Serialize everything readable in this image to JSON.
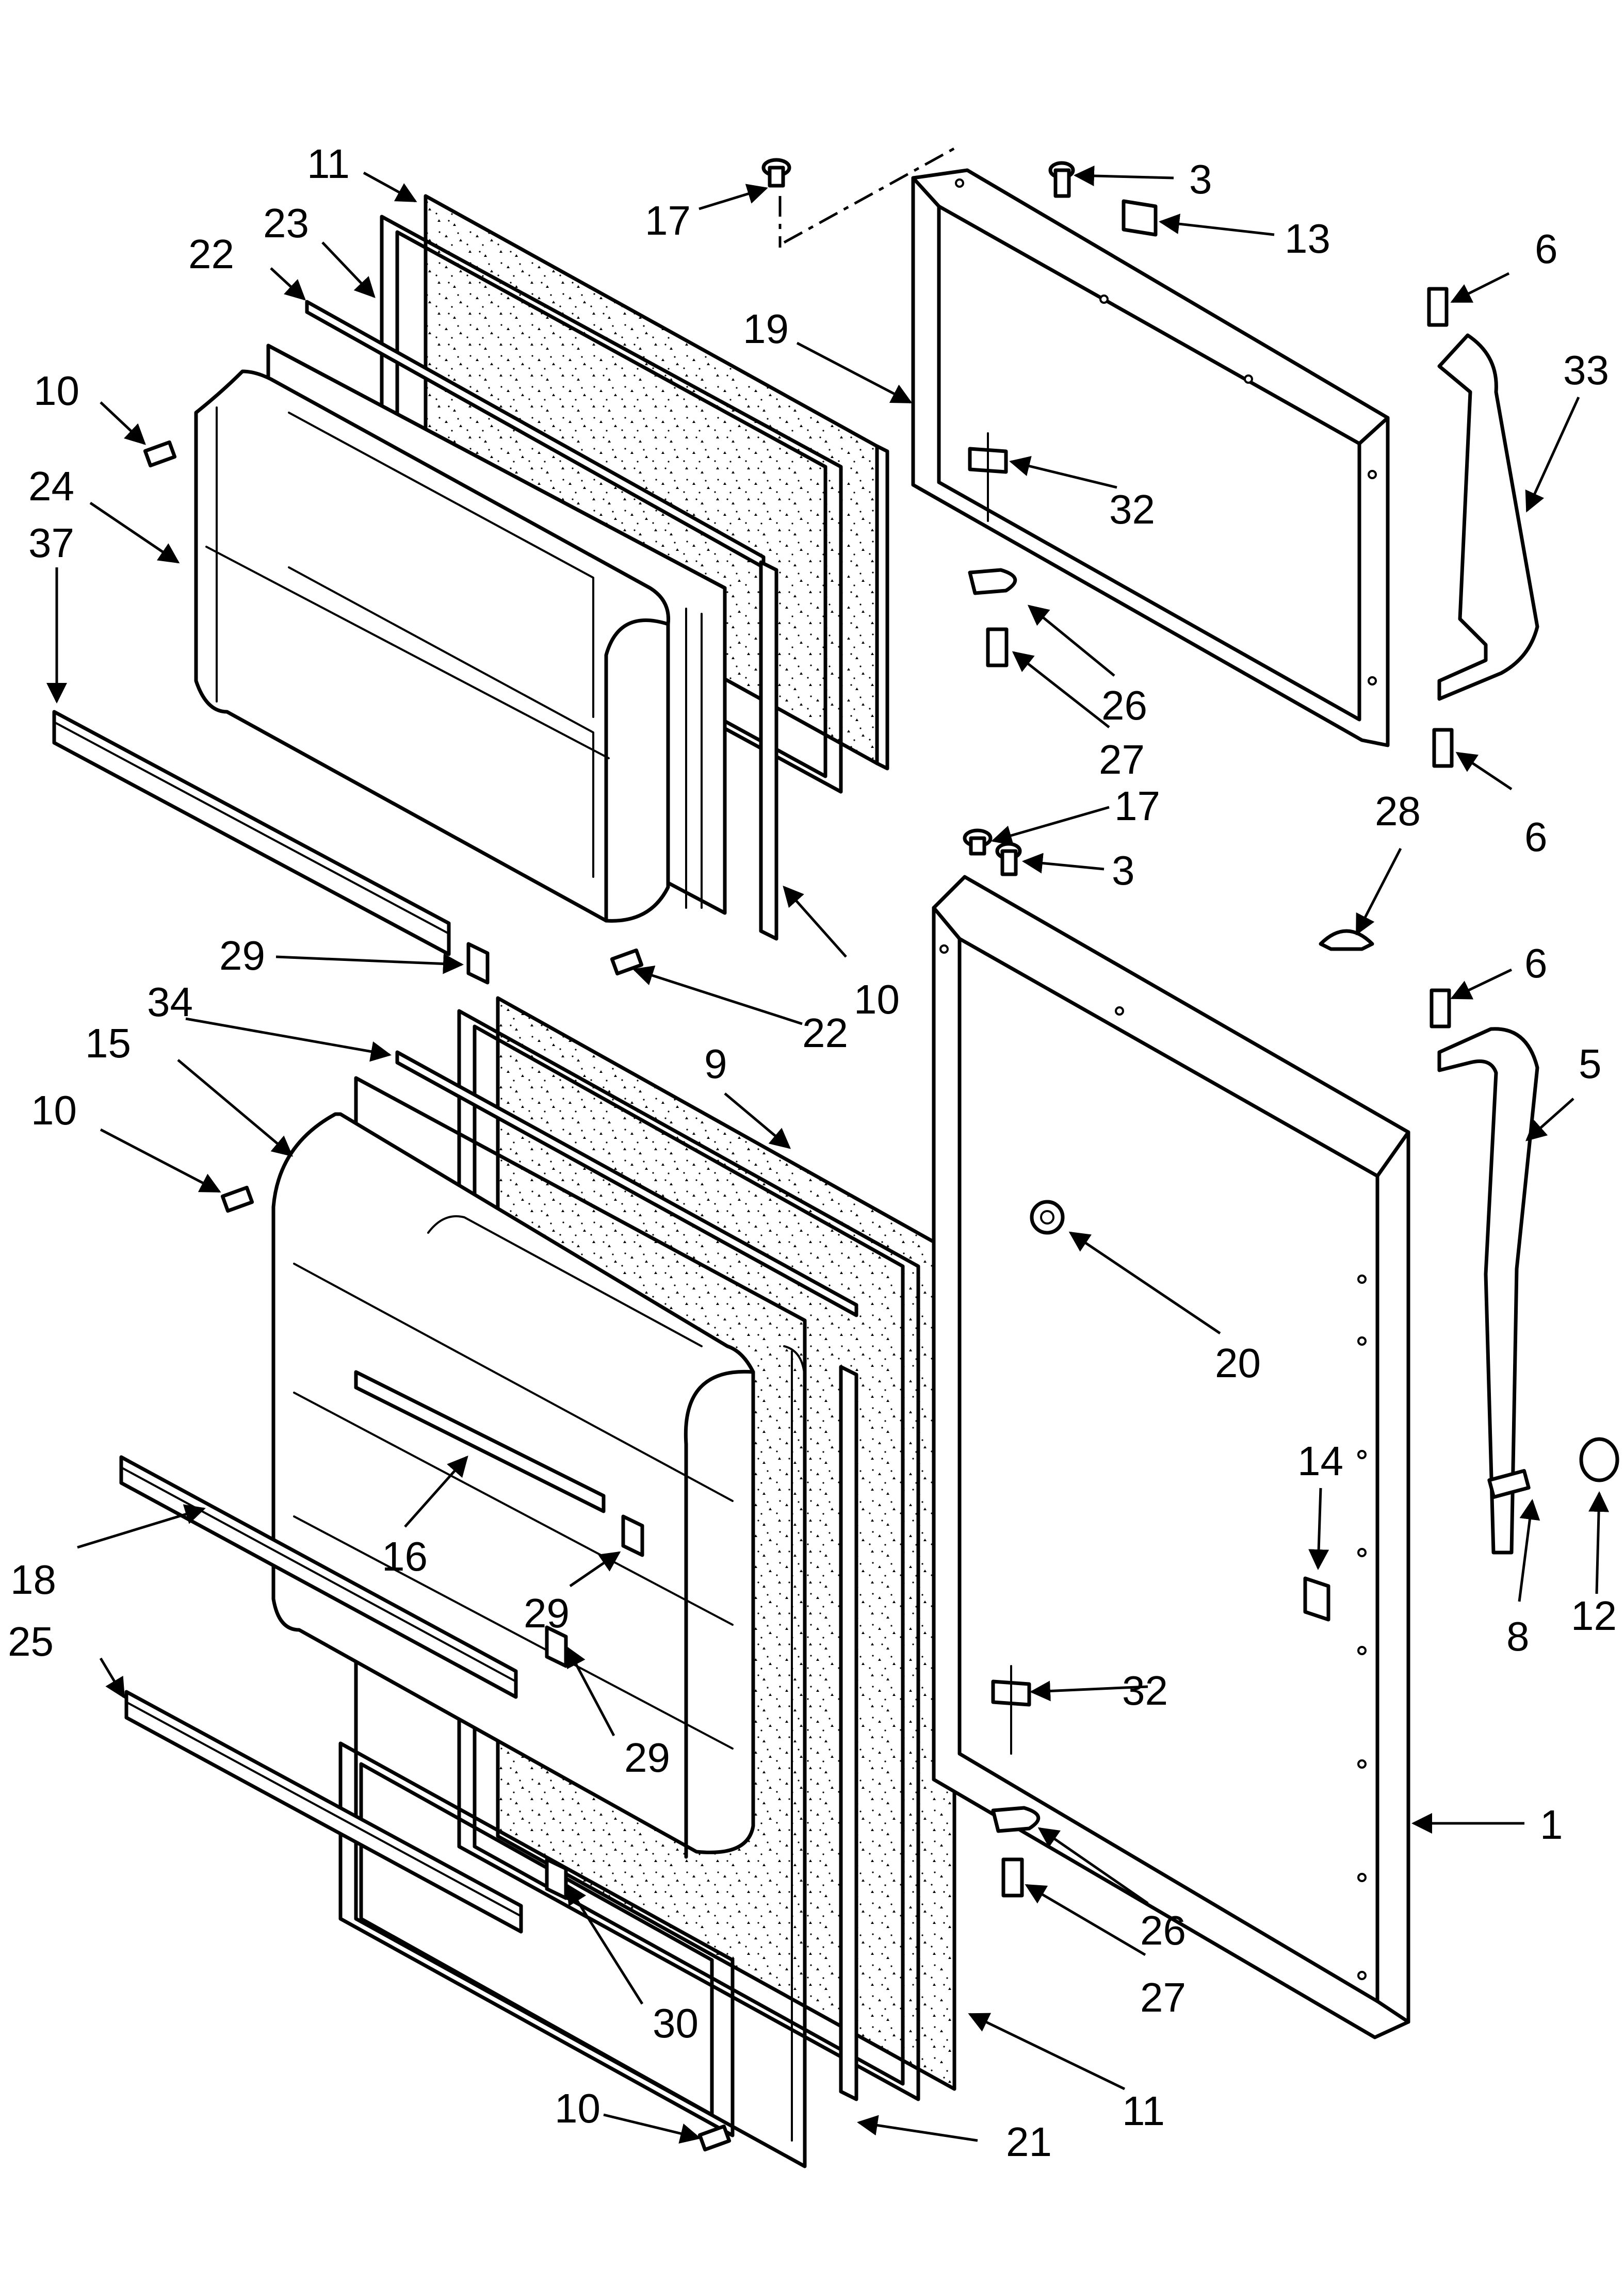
{
  "callouts": [
    {
      "id": "c-11a",
      "text": "11"
    },
    {
      "id": "c-23",
      "text": "23"
    },
    {
      "id": "c-22a",
      "text": "22"
    },
    {
      "id": "c-10a",
      "text": "10"
    },
    {
      "id": "c-24",
      "text": "24"
    },
    {
      "id": "c-37",
      "text": "37"
    },
    {
      "id": "c-17a",
      "text": "17"
    },
    {
      "id": "c-3a",
      "text": "3"
    },
    {
      "id": "c-13",
      "text": "13"
    },
    {
      "id": "c-6a",
      "text": "6"
    },
    {
      "id": "c-33",
      "text": "33"
    },
    {
      "id": "c-19",
      "text": "19"
    },
    {
      "id": "c-32a",
      "text": "32"
    },
    {
      "id": "c-26a",
      "text": "26"
    },
    {
      "id": "c-27a",
      "text": "27"
    },
    {
      "id": "c-17b",
      "text": "17"
    },
    {
      "id": "c-3b",
      "text": "3"
    },
    {
      "id": "c-28",
      "text": "28"
    },
    {
      "id": "c-6b",
      "text": "6"
    },
    {
      "id": "c-6c",
      "text": "6"
    },
    {
      "id": "c-5",
      "text": "5"
    },
    {
      "id": "c-29a",
      "text": "29"
    },
    {
      "id": "c-22b",
      "text": "22"
    },
    {
      "id": "c-10b",
      "text": "10"
    },
    {
      "id": "c-34",
      "text": "34"
    },
    {
      "id": "c-15",
      "text": "15"
    },
    {
      "id": "c-10c",
      "text": "10"
    },
    {
      "id": "c-9",
      "text": "9"
    },
    {
      "id": "c-20",
      "text": "20"
    },
    {
      "id": "c-14",
      "text": "14"
    },
    {
      "id": "c-16",
      "text": "16"
    },
    {
      "id": "c-18",
      "text": "18"
    },
    {
      "id": "c-29b",
      "text": "29"
    },
    {
      "id": "c-25",
      "text": "25"
    },
    {
      "id": "c-8",
      "text": "8"
    },
    {
      "id": "c-12",
      "text": "12"
    },
    {
      "id": "c-32b",
      "text": "32"
    },
    {
      "id": "c-29c",
      "text": "29"
    },
    {
      "id": "c-26b",
      "text": "26"
    },
    {
      "id": "c-27b",
      "text": "27"
    },
    {
      "id": "c-1",
      "text": "1"
    },
    {
      "id": "c-30",
      "text": "30"
    },
    {
      "id": "c-11b",
      "text": "11"
    },
    {
      "id": "c-10d",
      "text": "10"
    },
    {
      "id": "c-21",
      "text": "21"
    }
  ]
}
